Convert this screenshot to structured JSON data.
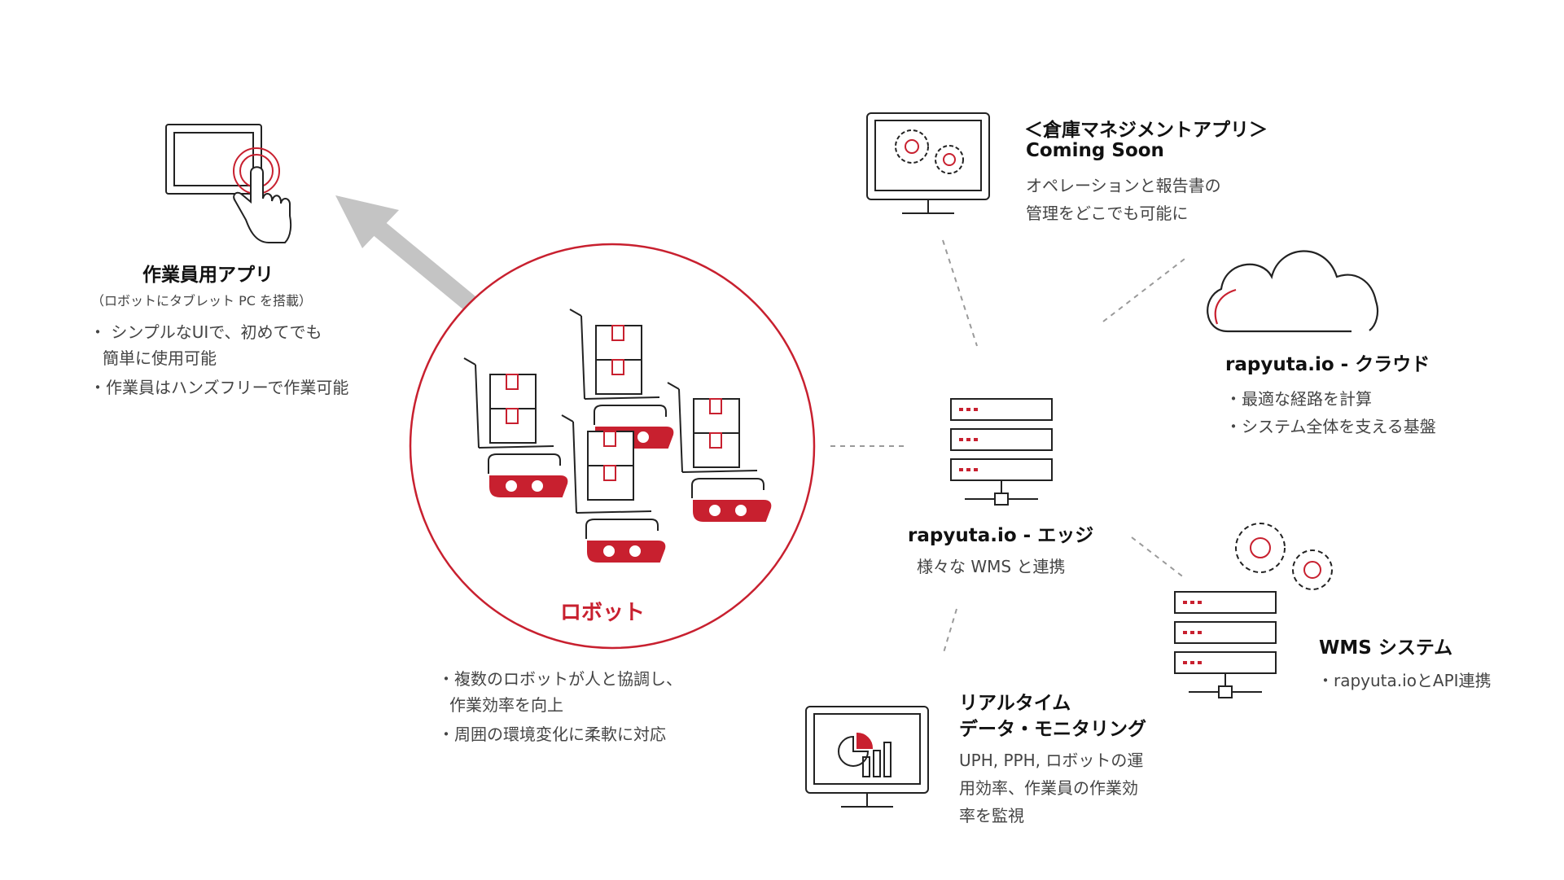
{
  "colors": {
    "accent": "#c8202f",
    "line": "#222222",
    "arrow": "#c4c4c4",
    "dashed": "#9a9a9a",
    "text_dark": "#111111",
    "text_body": "#444444"
  },
  "worker_app": {
    "icon": "tablet-touch-icon",
    "title": "作業員用アプリ",
    "subtitle": "（ロボットにタブレット PC を搭載）",
    "bullets": [
      "・ シンプルなUIで、初めてでも",
      "簡単に使用可能",
      "・作業員はハンズフリーで作業可能"
    ]
  },
  "robot": {
    "icon": "warehouse-robot-fleet-icon",
    "label": "ロボット",
    "bullets": [
      "・複数のロボットが人と協調し、",
      "作業効率を向上",
      "・周囲の環境変化に柔軟に対応"
    ]
  },
  "warehouse_app": {
    "icon": "monitor-gears-icon",
    "title": "＜倉庫マネジメントアプリ＞",
    "title_sub": "Coming Soon",
    "desc": [
      "オペレーションと報告書の",
      "管理をどこでも可能に"
    ]
  },
  "cloud": {
    "icon": "cloud-icon",
    "title": "rapyuta.io - クラウド",
    "bullets": [
      "・最適な経路を計算",
      "・システム全体を支える基盤"
    ]
  },
  "edge": {
    "icon": "server-icon",
    "title": "rapyuta.io - エッジ",
    "desc": "様々な WMS と連携"
  },
  "wms": {
    "icon": "server-gears-icon",
    "title": "WMS システム",
    "bullets": [
      "・rapyuta.ioとAPI連携"
    ]
  },
  "monitoring": {
    "icon": "monitor-chart-icon",
    "title": [
      "リアルタイム",
      "データ・モニタリング"
    ],
    "desc": [
      "UPH, PPH, ロボットの運",
      "用効率、作業員の作業効",
      "率を監視"
    ]
  }
}
